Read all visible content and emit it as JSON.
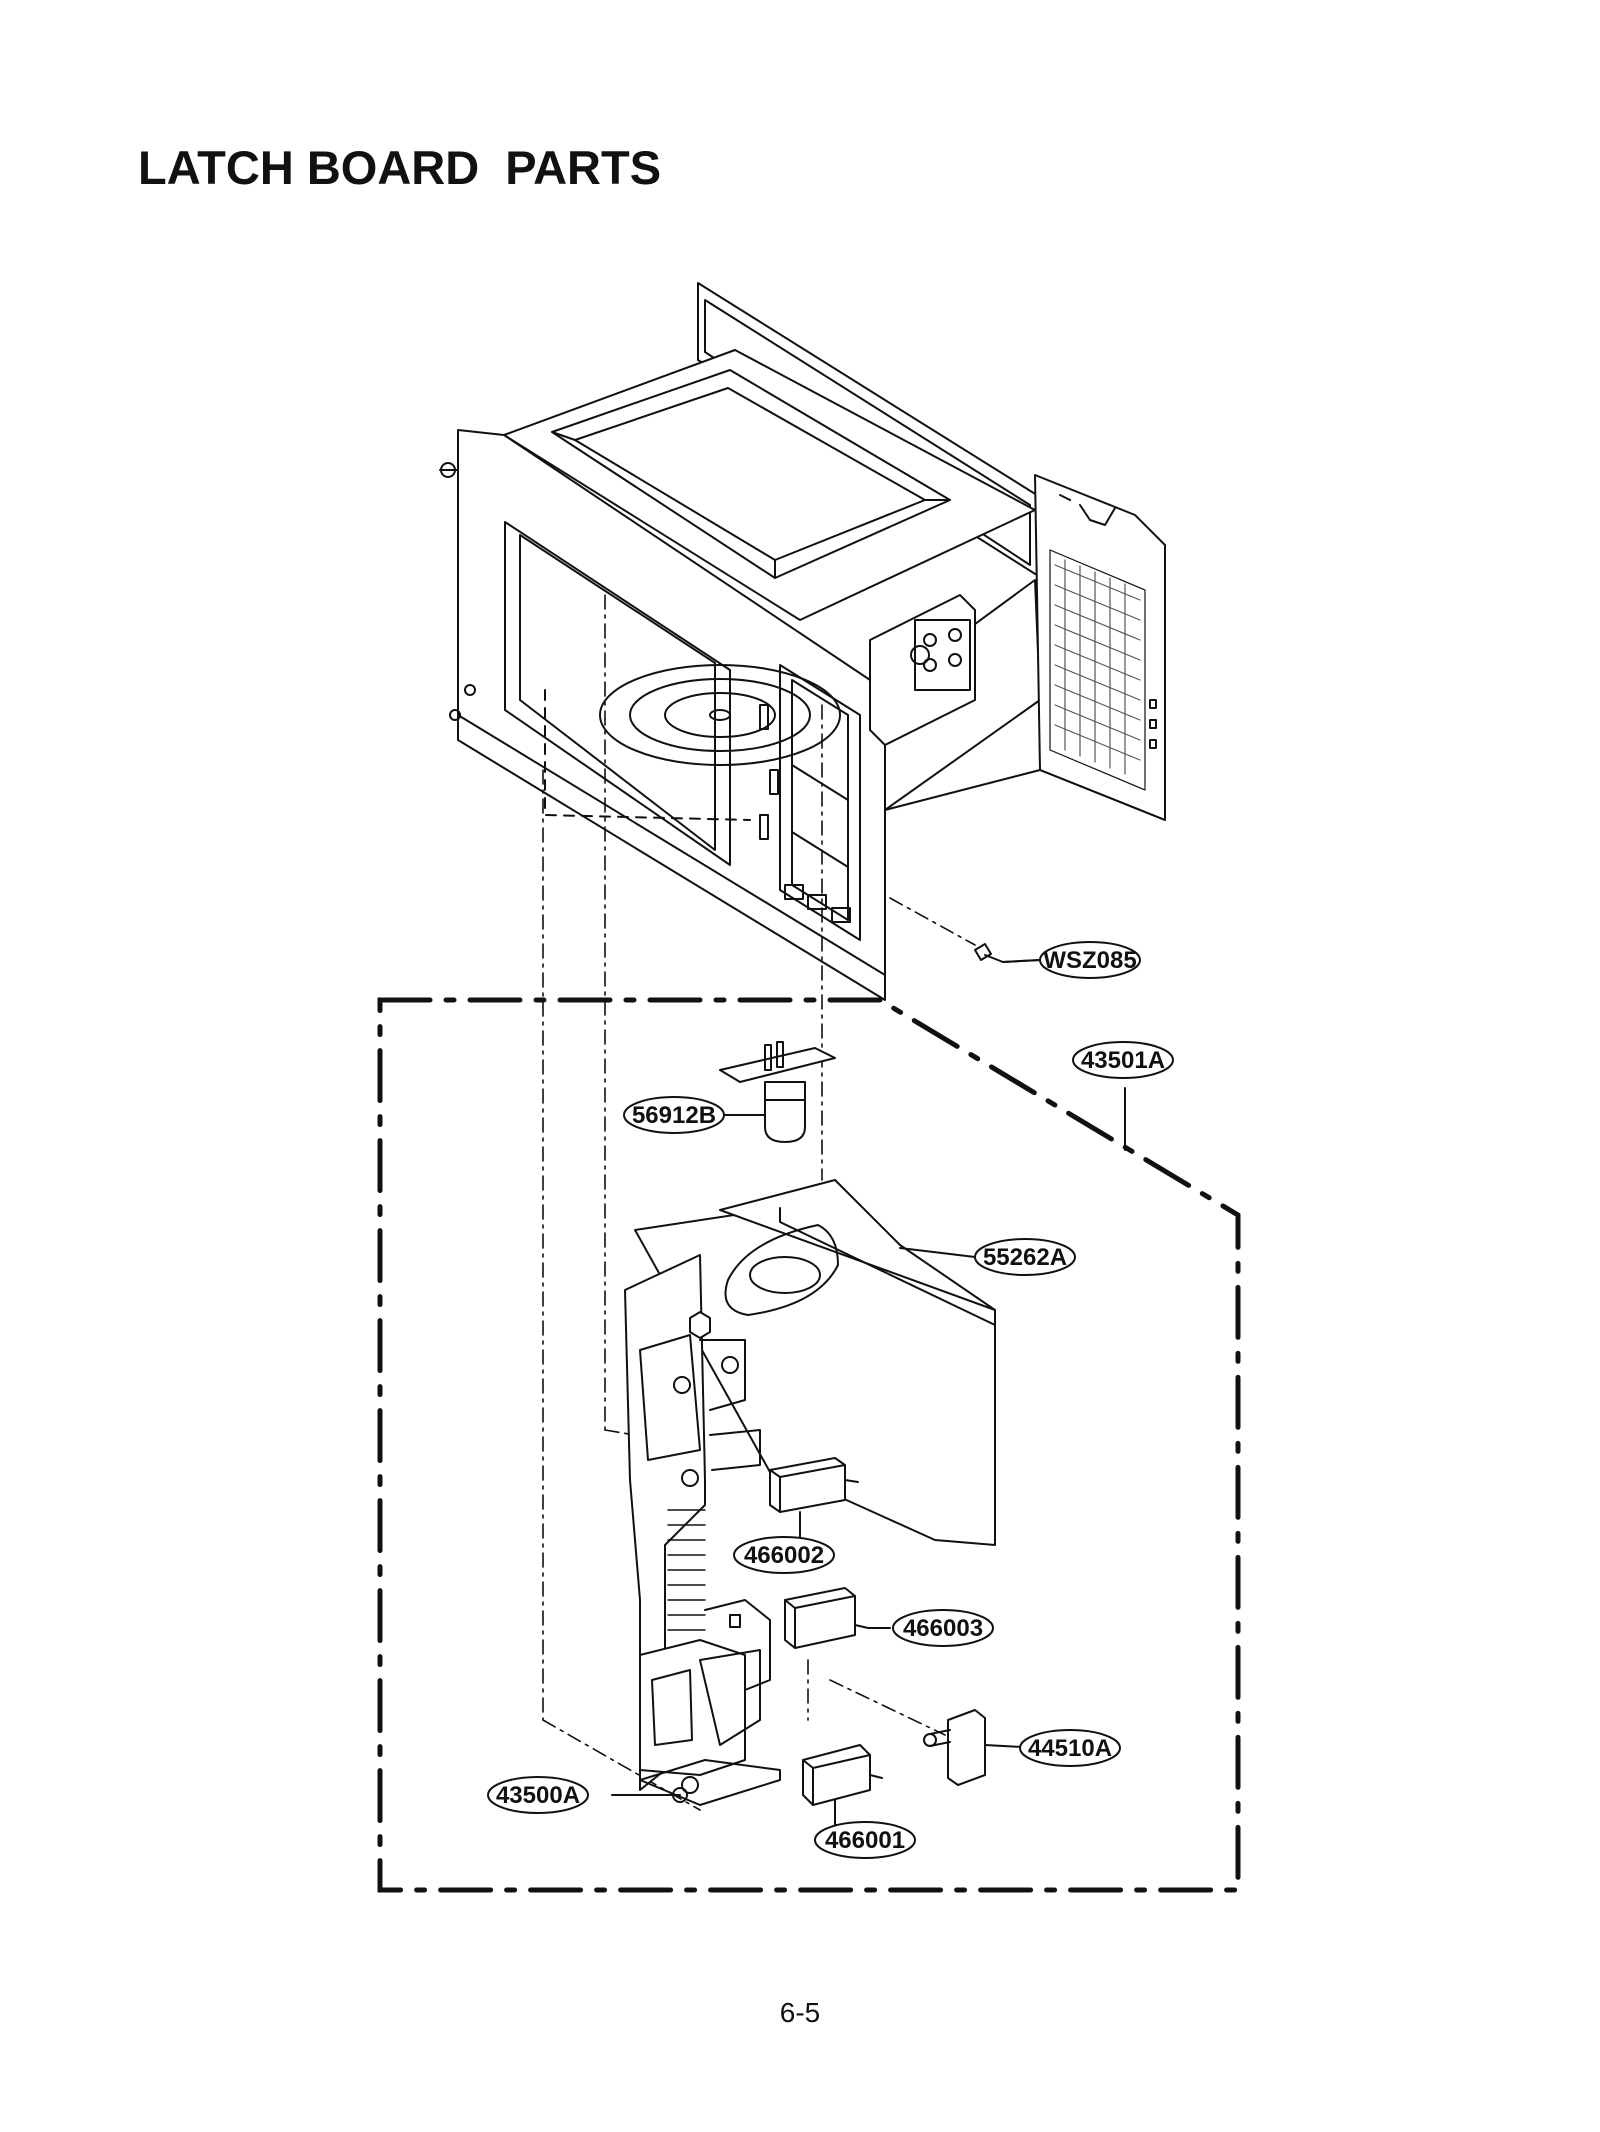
{
  "page": {
    "title": "LATCH BOARD  PARTS",
    "page_number": "6-5"
  },
  "callouts": {
    "wsz085": "WSZ085",
    "p43501a": "43501A",
    "p56912b": "56912B",
    "p55262a": "55262A",
    "p466002": "466002",
    "p466003": "466003",
    "p44510a": "44510A",
    "p43500a": "43500A",
    "p466001": "466001"
  }
}
